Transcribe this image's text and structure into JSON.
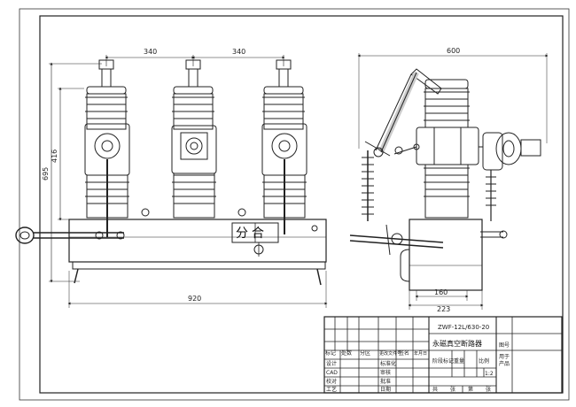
{
  "dimensions": {
    "pitch_left": "340",
    "pitch_right": "340",
    "height_upper": "416",
    "height_total": "695",
    "base_length": "920",
    "side_width": "600",
    "side_bottom_inner": "160",
    "side_bottom_outer": "223"
  },
  "front_panel_label": "分合",
  "title_block": {
    "model": "ZWF-12L/630-20",
    "name": "永磁真空断路器",
    "header_cells": [
      "标记",
      "处数",
      "分区",
      "更改文件号",
      "签名",
      "年月日"
    ],
    "left_rows": [
      "设计",
      "CAD",
      "校对",
      "工艺"
    ],
    "mid_rows": [
      "标准化",
      "审核",
      "批准",
      "日期"
    ],
    "stage_labels": [
      "阶段标记",
      "重量",
      "比例"
    ],
    "scale": "1:2",
    "sheet_labels": [
      "共",
      "张",
      "第",
      "张"
    ],
    "drawing_no_label": "图号",
    "applies_label": "用于",
    "product_label": "产品"
  }
}
